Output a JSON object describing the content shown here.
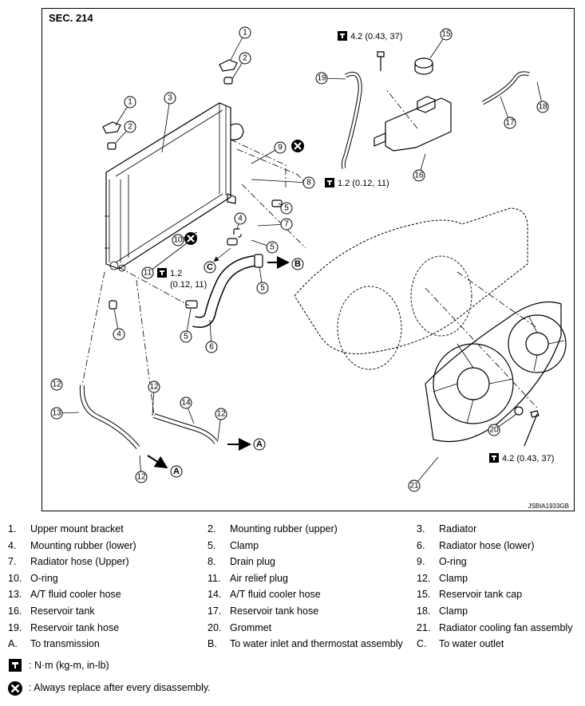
{
  "figure": {
    "section": "SEC. 214",
    "code": "JSBIA1933GB",
    "torques": {
      "reservoir": "4.2 (0.43, 37)",
      "drain_plug": "1.2 (0.12, 11)",
      "air_relief_value": "1.2",
      "air_relief_unit": "(0.12, 11)",
      "fan": "4.2 (0.43, 37)"
    },
    "arrows": {
      "a": "A",
      "b": "B",
      "c": "C"
    }
  },
  "legend": [
    {
      "num": "1.",
      "text": "Upper mount bracket"
    },
    {
      "num": "2.",
      "text": "Mounting rubber (upper)"
    },
    {
      "num": "3.",
      "text": "Radiator"
    },
    {
      "num": "4.",
      "text": "Mounting rubber (lower)"
    },
    {
      "num": "5.",
      "text": "Clamp"
    },
    {
      "num": "6.",
      "text": "Radiator hose (lower)"
    },
    {
      "num": "7.",
      "text": "Radiator hose (Upper)"
    },
    {
      "num": "8.",
      "text": "Drain plug"
    },
    {
      "num": "9.",
      "text": "O-ring"
    },
    {
      "num": "10.",
      "text": "O-ring"
    },
    {
      "num": "11.",
      "text": "Air relief plug"
    },
    {
      "num": "12.",
      "text": "Clamp"
    },
    {
      "num": "13.",
      "text": "A/T fluid cooler hose"
    },
    {
      "num": "14.",
      "text": "A/T fluid cooler hose"
    },
    {
      "num": "15.",
      "text": "Reservoir tank cap"
    },
    {
      "num": "16.",
      "text": "Reservoir tank"
    },
    {
      "num": "17.",
      "text": "Reservoir tank hose"
    },
    {
      "num": "18.",
      "text": "Clamp"
    },
    {
      "num": "19.",
      "text": "Reservoir tank hose"
    },
    {
      "num": "20.",
      "text": "Grommet"
    },
    {
      "num": "21.",
      "text": "Radiator cooling fan assembly"
    },
    {
      "num": "A.",
      "text": "To transmission"
    },
    {
      "num": "B.",
      "text": "To water inlet and thermostat assembly"
    },
    {
      "num": "C.",
      "text": "To water outlet"
    }
  ],
  "symbols": {
    "torque": ": N·m (kg-m, in-lb)",
    "replace": ": Always replace after every disassembly."
  },
  "icons": {
    "torque": "torque-wrench-icon",
    "replace": "replace-x-icon"
  }
}
